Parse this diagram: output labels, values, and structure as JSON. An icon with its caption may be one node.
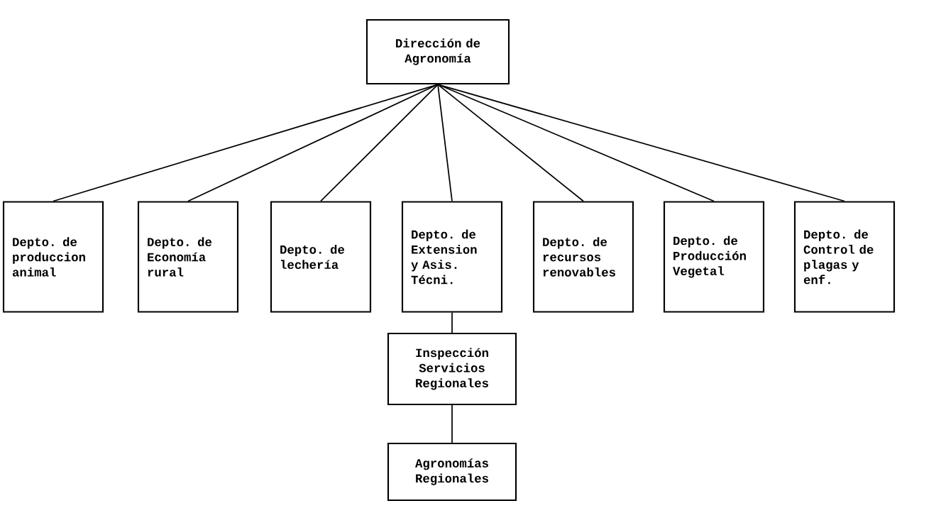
{
  "diagram": {
    "nodes": [
      {
        "text": [
          "Dirección de Agronomía"
        ]
      },
      {
        "text": [
          "Depto. de produccion animal"
        ]
      },
      {
        "text": [
          "Depto. de Economía rural"
        ]
      },
      {
        "text": [
          "Depto. de lechería"
        ]
      },
      {
        "text": [
          "Depto. de Extension y Asis. Técni."
        ]
      },
      {
        "text": [
          "Depto. de recursos renovables"
        ]
      },
      {
        "text": [
          "Depto. de Producción Vegetal"
        ]
      },
      {
        "text": [
          "Depto. de Control de plagas y enf."
        ]
      },
      {
        "text": [
          "Inspección Servicios Regionales"
        ]
      },
      {
        "text": [
          "Agronomías Regionales"
        ]
      }
    ],
    "edges": [
      {
        "from": 0,
        "to": 1,
        "arrow": "none"
      },
      {
        "from": 0,
        "to": 2,
        "arrow": "none"
      },
      {
        "from": 0,
        "to": 3,
        "arrow": "none"
      },
      {
        "from": 0,
        "to": 4,
        "arrow": "none"
      },
      {
        "from": 0,
        "to": 5,
        "arrow": "none"
      },
      {
        "from": 0,
        "to": 6,
        "arrow": "none"
      },
      {
        "from": 0,
        "to": 7,
        "arrow": "none"
      },
      {
        "from": 4,
        "to": 8,
        "arrow": "none"
      },
      {
        "from": 8,
        "to": 9,
        "arrow": "none"
      }
    ]
  }
}
